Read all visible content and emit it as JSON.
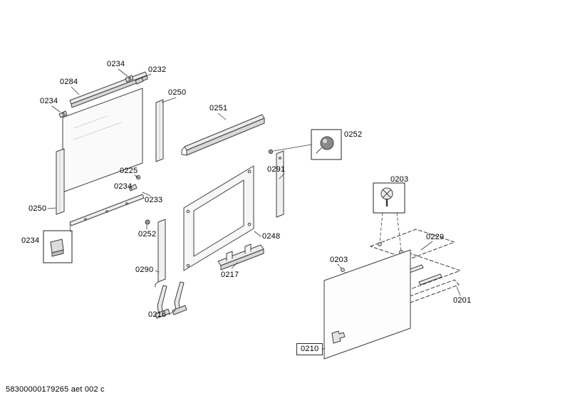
{
  "part_labels": [
    {
      "id": "label-0234-top",
      "text": "0234"
    },
    {
      "id": "label-0232",
      "text": "0232"
    },
    {
      "id": "label-0284",
      "text": "0284"
    },
    {
      "id": "label-0234-upper-left",
      "text": "0234"
    },
    {
      "id": "label-0250-middle",
      "text": "0250"
    },
    {
      "id": "label-0251",
      "text": "0251"
    },
    {
      "id": "label-0252-detail",
      "text": "0252"
    },
    {
      "id": "label-0225",
      "text": "0225"
    },
    {
      "id": "label-0234-middle",
      "text": "0234"
    },
    {
      "id": "label-0233",
      "text": "0233"
    },
    {
      "id": "label-0250-left",
      "text": "0250"
    },
    {
      "id": "label-0291",
      "text": "0291"
    },
    {
      "id": "label-0203-detail",
      "text": "0203"
    },
    {
      "id": "label-0234-detail",
      "text": "0234"
    },
    {
      "id": "label-0252-small",
      "text": "0252"
    },
    {
      "id": "label-0229",
      "text": "0229"
    },
    {
      "id": "label-0203-bottom",
      "text": "0203"
    },
    {
      "id": "label-0290",
      "text": "0290"
    },
    {
      "id": "label-0248",
      "text": "0248"
    },
    {
      "id": "label-0217",
      "text": "0217"
    },
    {
      "id": "label-0201",
      "text": "0201"
    },
    {
      "id": "label-0216",
      "text": "0216"
    },
    {
      "id": "label-0210",
      "text": "0210"
    }
  ],
  "footer": {
    "document_code": "58300000179265 aet 002 c"
  },
  "colors": {
    "background": "#ffffff",
    "line": "#3d3d3d",
    "detail_box": "#222222",
    "text": "#000000"
  }
}
